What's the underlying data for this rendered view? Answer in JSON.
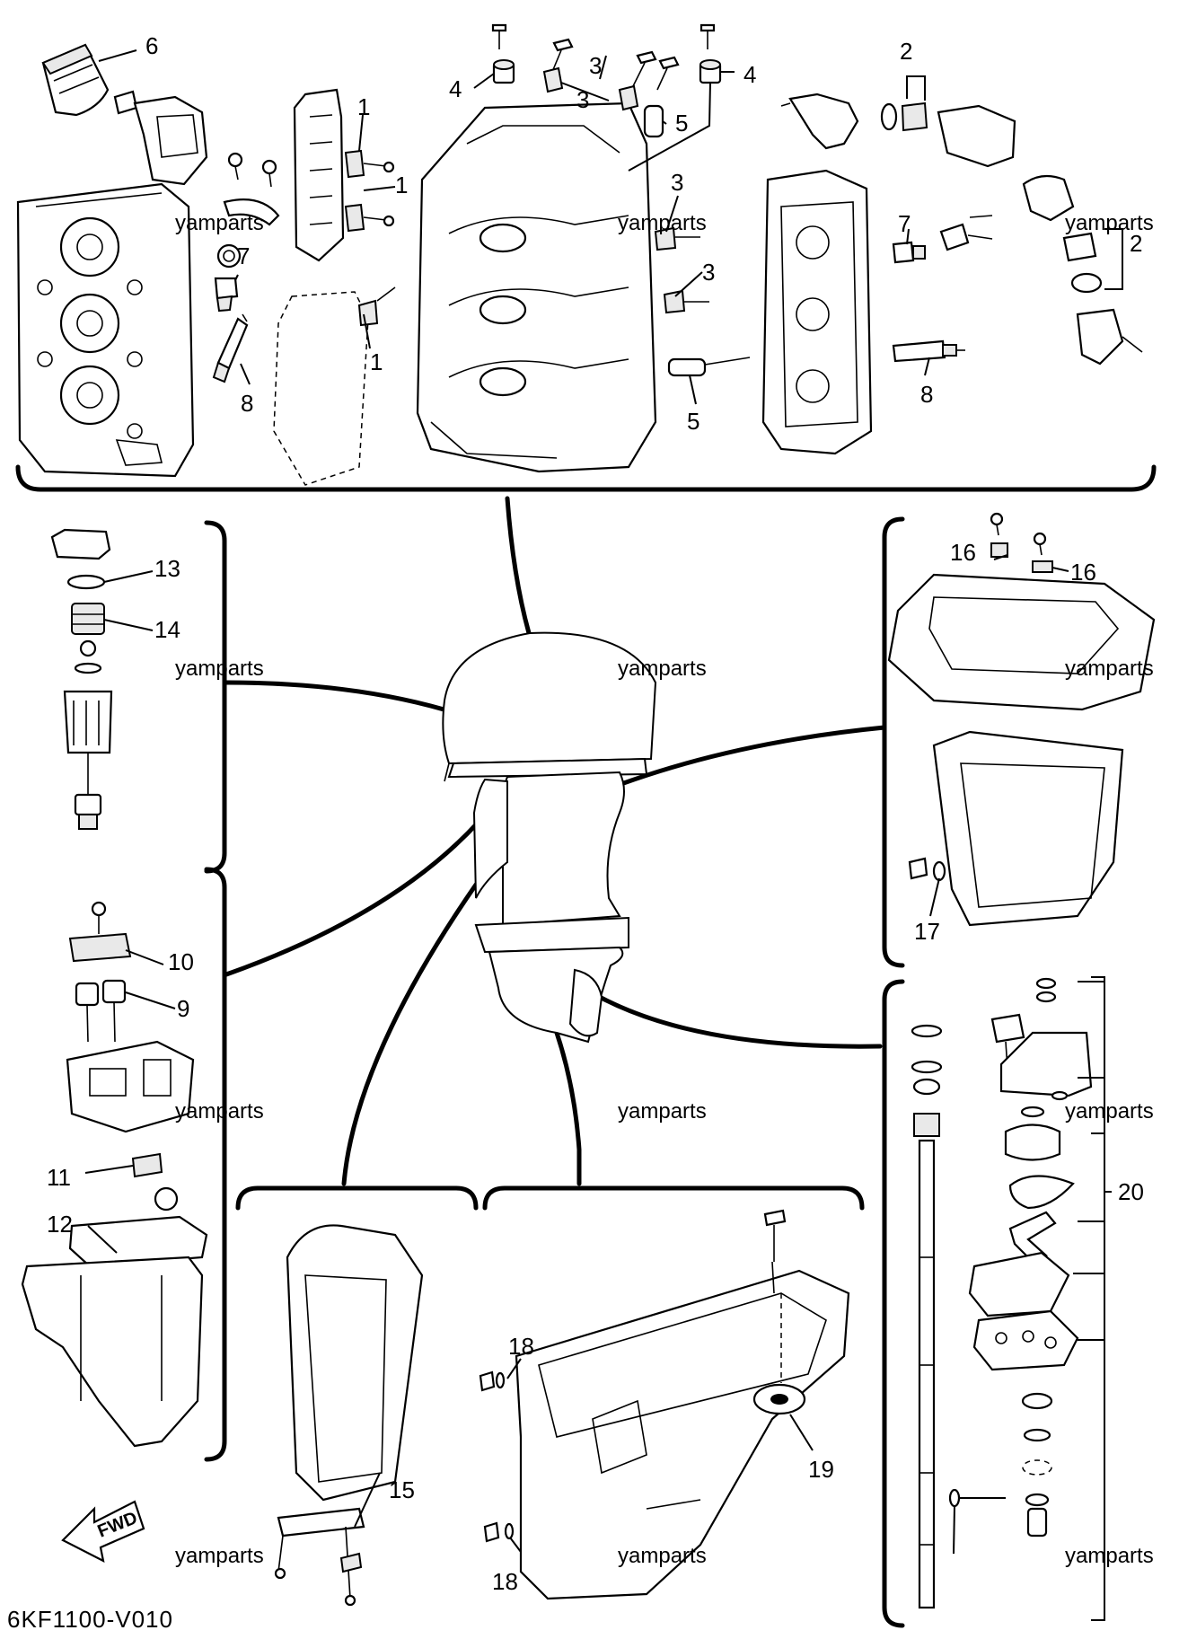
{
  "diagram": {
    "code": "6KF1100-V010",
    "fwd_label": "FWD",
    "watermark": "yamparts",
    "callouts": {
      "c1": "1",
      "c2": "2",
      "c3": "3",
      "c4": "4",
      "c5": "5",
      "c6": "6",
      "c7": "7",
      "c8": "8",
      "c9": "9",
      "c10": "10",
      "c11": "11",
      "c12": "12",
      "c13": "13",
      "c14": "14",
      "c15": "15",
      "c16": "16",
      "c17": "17",
      "c18": "18",
      "c19": "19",
      "c20": "20"
    }
  }
}
